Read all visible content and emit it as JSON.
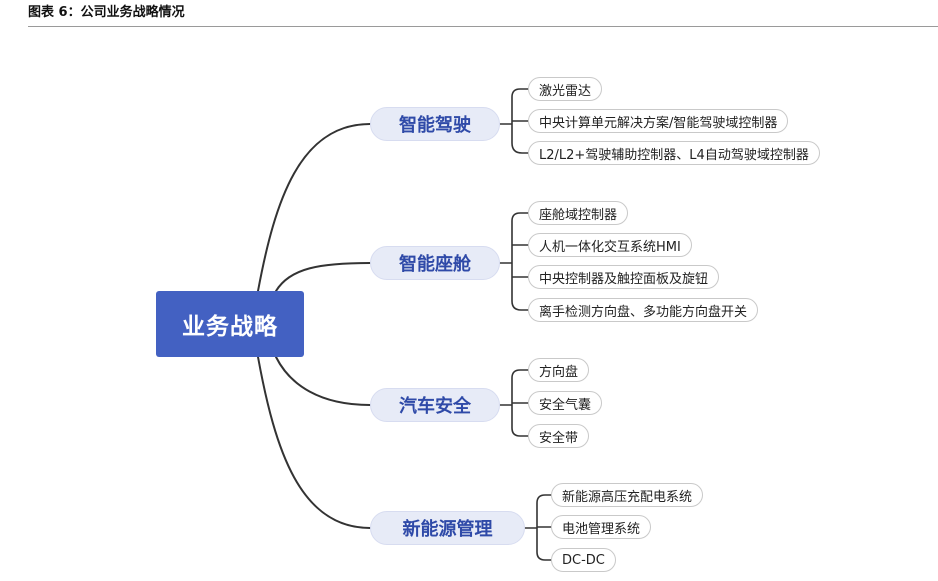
{
  "caption": {
    "label": "图表 6：",
    "title": "公司业务战略情况"
  },
  "root": {
    "label": "业务战略"
  },
  "branches": [
    {
      "label": "智能驾驶",
      "leaves": [
        "激光雷达",
        "中央计算单元解决方案/智能驾驶域控制器",
        "L2/L2+驾驶辅助控制器、L4自动驾驶域控制器"
      ]
    },
    {
      "label": "智能座舱",
      "leaves": [
        "座舱域控制器",
        "人机一体化交互系统HMI",
        "中央控制器及触控面板及旋钮",
        "离手检测方向盘、多功能方向盘开关"
      ]
    },
    {
      "label": "汽车安全",
      "leaves": [
        "方向盘",
        "安全气囊",
        "安全带"
      ]
    },
    {
      "label": "新能源管理",
      "leaves": [
        "新能源高压充配电系统",
        "电池管理系统",
        "DC-DC"
      ]
    }
  ],
  "colors": {
    "root_fill": "#4361c2",
    "branch_fill": "#e7ebf7",
    "branch_text": "#2f4aa8",
    "line": "#333333"
  }
}
